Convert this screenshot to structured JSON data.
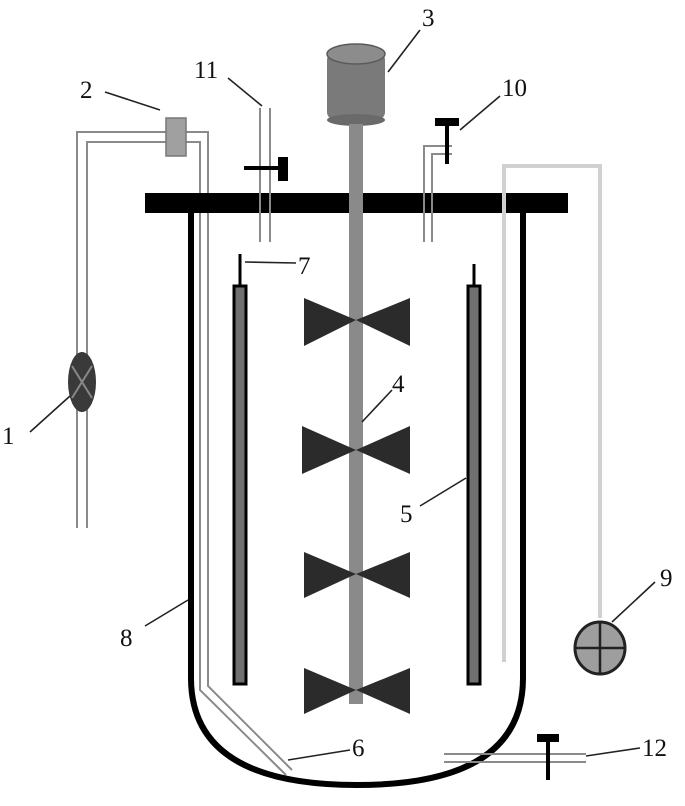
{
  "labels": {
    "l1": "1",
    "l2": "2",
    "l3": "3",
    "l4": "4",
    "l5": "5",
    "l6": "6",
    "l7": "7",
    "l8": "8",
    "l9": "9",
    "l10": "10",
    "l11": "11",
    "l12": "12"
  },
  "colors": {
    "vessel": "#000000",
    "motor": "#7a7a7a",
    "shaft": "#8a8a8a",
    "impeller": "#2b2b2b",
    "probe": "#707070",
    "gauge": "#9e9e9e",
    "filter": "#a0a0a0",
    "light_tube": "#d0d0d0"
  }
}
